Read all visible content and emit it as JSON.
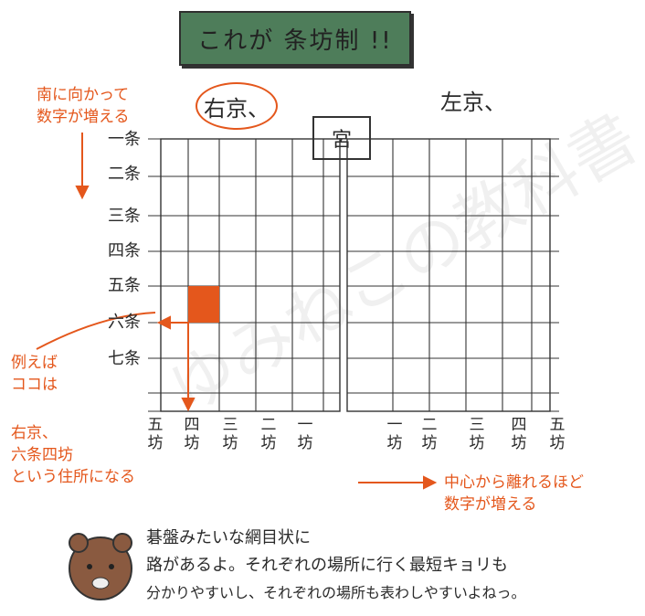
{
  "title": "これが 条坊制 !!",
  "palace": "宮",
  "ukyo": "右京、",
  "sakyo": "左京、",
  "note_south": [
    "南に向かって",
    "数字が増える"
  ],
  "jo_labels": [
    "一条",
    "二条",
    "三条",
    "四条",
    "五条",
    "六条",
    "七条"
  ],
  "ukyo_bo": [
    "五坊",
    "四坊",
    "三坊",
    "二坊",
    "一坊"
  ],
  "sakyo_bo": [
    "一坊",
    "二坊",
    "三坊",
    "四坊",
    "五坊"
  ],
  "example_note": [
    "例えば",
    "ココは"
  ],
  "address_note": [
    "右京、",
    "六条四坊",
    "という住所になる"
  ],
  "right_note": [
    "中心から離れるほど",
    "数字が増える"
  ],
  "bottom_text": [
    "碁盤みたいな網目状に",
    "路があるよ。それぞれの場所に行く最短キョリも",
    "分かりやすいし、それぞれの場所も表わしやすいよねっ。"
  ],
  "watermark": "ゆみねこの教科書",
  "colors": {
    "orange": "#e4571c",
    "banner": "#4e7d5a"
  }
}
